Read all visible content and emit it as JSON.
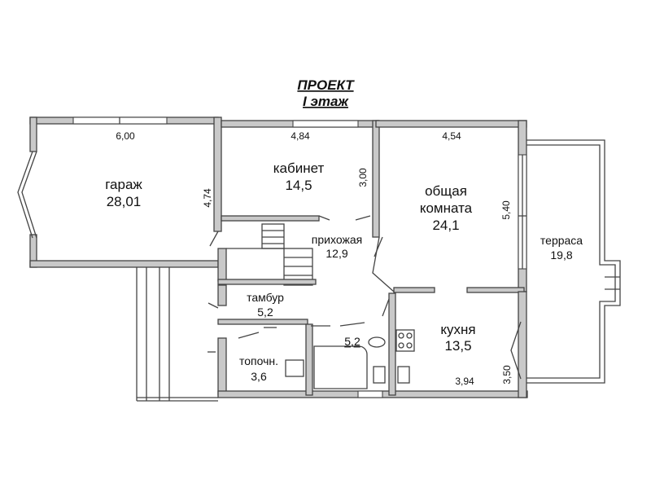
{
  "title": {
    "line1": "ПРОЕКТ",
    "line2": "I этаж"
  },
  "rooms": {
    "garage": {
      "name": "гараж",
      "area": "28,01"
    },
    "cabinet": {
      "name": "кабинет",
      "area": "14,5"
    },
    "living": {
      "name1": "общая",
      "name2": "комната",
      "area": "24,1"
    },
    "hall": {
      "name": "прихожая",
      "area": "12,9"
    },
    "vestibule": {
      "name": "тамбур",
      "area": "5,2"
    },
    "boiler": {
      "name": "топочн.",
      "area": "3,6"
    },
    "bath": {
      "area": "5,2"
    },
    "kitchen": {
      "name": "кухня",
      "area": "13,5"
    },
    "terrace": {
      "name": "терраса",
      "area": "19,8"
    }
  },
  "dimensions": {
    "garage_width": "6,00",
    "garage_depth": "4,74",
    "cabinet_width": "4,84",
    "cabinet_depth": "3,00",
    "living_width": "4,54",
    "living_depth": "5,40",
    "kitchen_width": "3,94",
    "kitchen_depth": "3,50"
  }
}
